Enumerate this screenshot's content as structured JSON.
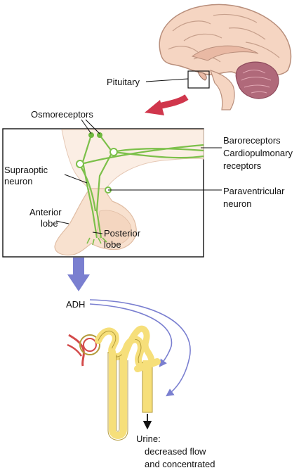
{
  "labels": {
    "pituitary": "Pituitary",
    "osmoreceptors": "Osmoreceptors",
    "baroreceptors": "Baroreceptors",
    "cardiopulmonary": "Cardiopulmonary",
    "receptors": "receptors",
    "supraoptic_line1": "Supraoptic",
    "supraoptic_line2": "neuron",
    "paraventricular_line1": "Paraventricular",
    "paraventricular_line2": "neuron",
    "anterior_line1": "Anterior",
    "anterior_line2": "lobe",
    "posterior_line1": "Posterior",
    "posterior_line2": "lobe",
    "adh": "ADH",
    "urine_line1": "Urine:",
    "urine_line2": "decreased flow",
    "urine_line3": "and concentrated"
  },
  "colors": {
    "brain": "#f5d5c2",
    "brain_outline": "#b98f7c",
    "cerebellum": "#b0697a",
    "neuron": "#7cc04a",
    "gland": "#f8e1cf",
    "red_arrow": "#d0364c",
    "blue_arrow": "#7a7fd0",
    "nephron": "#f6df7a",
    "nephron_outline": "#b39a3a",
    "vessel": "#d34a4a"
  }
}
